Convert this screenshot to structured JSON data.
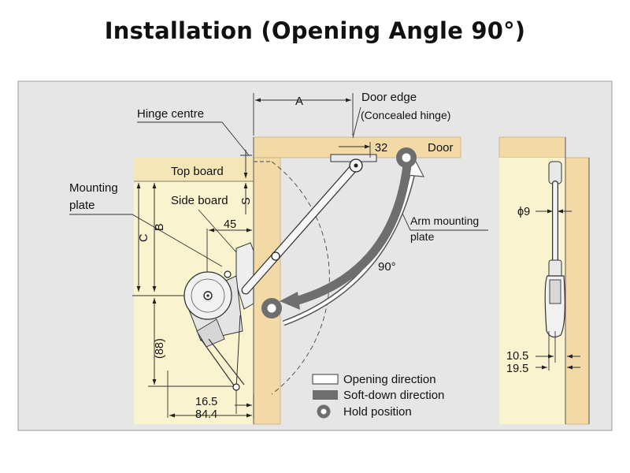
{
  "title": "Installation (Opening Angle 90°)",
  "labels": {
    "dim_a": "A",
    "door_edge": "Door edge",
    "concealed_hinge": "(Concealed hinge)",
    "hinge_centre": "Hinge centre",
    "top_board": "Top board",
    "mounting_plate_line1": "Mounting",
    "mounting_plate_line2": "plate",
    "side_board": "Side board",
    "dim_c": "C",
    "dim_b": "B",
    "dim_s": "S",
    "dim_45": "45",
    "dim_32": "32",
    "door": "Door",
    "arm_mounting_line1": "Arm mounting",
    "arm_mounting_line2": "plate",
    "angle_90": "90°",
    "dim_88": "(88)",
    "dim_16_5": "16.5",
    "dim_84_4": "84.4",
    "phi_9": "ϕ9",
    "dim_10_5": "10.5",
    "dim_19_5": "19.5"
  },
  "legend": [
    {
      "label": "Opening direction",
      "symbol": "outline-arrow"
    },
    {
      "label": "Soft-down direction",
      "symbol": "solid-arrow"
    },
    {
      "label": "Hold position",
      "symbol": "ring"
    }
  ],
  "colors": {
    "panel_bg": "#e6e6e6",
    "wood": "#f5e6b8",
    "wood_edge": "#f2d9a5",
    "arrow_dark": "#6e6e6e",
    "line": "#222222"
  }
}
